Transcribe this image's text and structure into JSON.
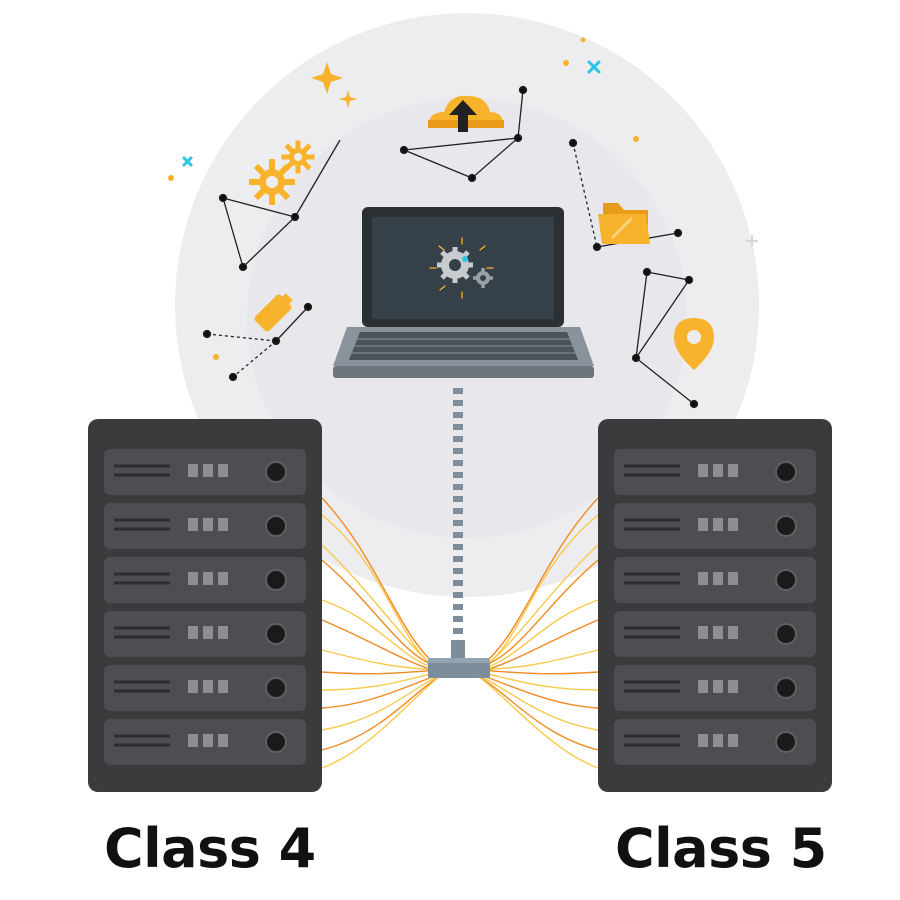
{
  "labels": {
    "left_server": "Class 4",
    "right_server": "Class 5"
  },
  "servers": {
    "left": {
      "units": 6
    },
    "right": {
      "units": 6
    }
  },
  "laptop": {
    "screen_icon": "gears-icon"
  },
  "floating_icons": [
    "cloud-upload-icon",
    "gears-icon",
    "folder-icon",
    "location-pin-icon",
    "battery-icon",
    "sparkle-icon"
  ],
  "colors": {
    "accent": "#f7b32b",
    "accent_dark": "#e89a18",
    "cable_orange": "#f08a24",
    "cable_yellow": "#f8c94a",
    "server_body": "#3a3b3d",
    "server_unit": "#4d4e51",
    "laptop_screen": "#364048",
    "laptop_body": "#8a939b",
    "connector": "#7d8d9b",
    "bg_circle": "#ededf0",
    "sparkle_blue": "#29c4e8",
    "text": "#111111"
  }
}
